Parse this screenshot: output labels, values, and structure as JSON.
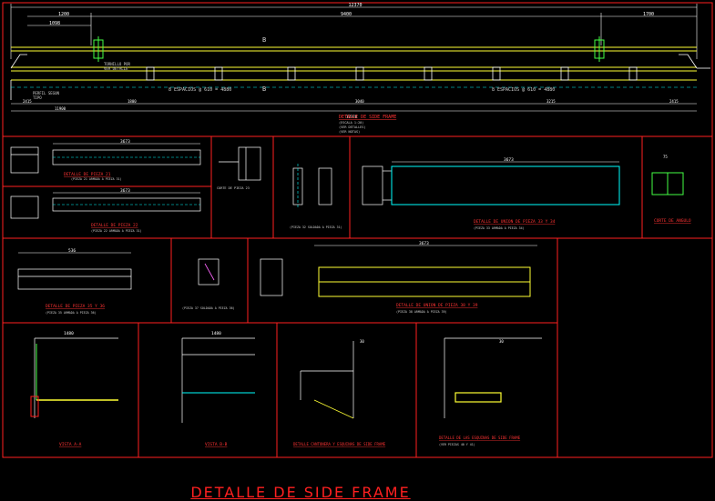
{
  "drawing": {
    "title": "DETALLE DE SIDE FRAME",
    "colors": {
      "frame": "#ff2020",
      "beam": "#ffff33",
      "dimension": "#ffffff",
      "detail_outline": "#44ff44",
      "section": "#ff66ff",
      "hidden": "#00ffff",
      "caption": "#ff3333",
      "note": "#d0d0d0",
      "background": "#000000"
    },
    "main_elevation": {
      "overall_dimension": "12370",
      "top_dimensions": [
        "1200",
        "9400",
        "1700"
      ],
      "inner_dimension": "1098",
      "markers": [
        "B",
        "B"
      ],
      "notes": [
        "TORNILLO POR",
        "VER DETALLE",
        "PERFIL SEGUN",
        "TIPO"
      ],
      "spacing_labels": [
        "8 ESPACIOS @ 610 = 4880",
        "8 ESPACIOS @ 610 = 4880"
      ],
      "bottom_dimensions": [
        "2415",
        "1800",
        "3040",
        "3215",
        "2415",
        "11900",
        "12370"
      ],
      "caption": "DETALLE DE SIDE FRAME",
      "caption_notes": [
        "(ESCALA 1:20)",
        "(VER DETALLES)",
        "(VER NOTAS)"
      ]
    },
    "details": [
      {
        "id": "pieza-21",
        "caption": "DETALLE DE PIEZA 21",
        "sub": "(PIEZA 21 ARMADA A PIEZA 31)",
        "dim": "3673"
      },
      {
        "id": "pieza-22",
        "caption": "DETALLE DE PIEZA 22",
        "sub": "(PIEZA 22 ARMADA A PIEZA 31)",
        "dim": "3673"
      },
      {
        "id": "pieza-23",
        "caption": "CORTE DE PIEZA 23",
        "sub": "",
        "dim": ""
      },
      {
        "id": "union-32",
        "caption": "(PIEZA 32 SOLDADA A PIEZA 31)",
        "sub": "",
        "dim": ""
      },
      {
        "id": "union-33",
        "caption": "DETALLE DE UNION DE PIEZA 33 Y 34",
        "sub": "(PIEZA 33 ARMADA A PIEZA 34)",
        "dim": "3673"
      },
      {
        "id": "corte-angulo",
        "caption": "CORTE DE ANGULO",
        "sub": "",
        "dim": "75"
      },
      {
        "id": "pieza-35",
        "caption": "DETALLE DE PIEZA 35 Y 36",
        "sub": "(PIEZA 35 ARMADA A PIEZA 36)",
        "dim": "536"
      },
      {
        "id": "pieza-37",
        "caption": "(PIEZA 37 SOLDADA A PIEZA 36)",
        "sub": "",
        "dim": ""
      },
      {
        "id": "union-38",
        "caption": "DETALLE DE UNION DE PIEZA 38 Y 39",
        "sub": "(PIEZA 38 ARMADA A PIEZA 39)",
        "dim": "3673"
      },
      {
        "id": "vista-a",
        "caption": "VISTA A-A",
        "sub": "",
        "dim": "1480"
      },
      {
        "id": "vista-b",
        "caption": "VISTA B-B",
        "sub": "",
        "dim": "1480"
      },
      {
        "id": "esquina",
        "caption": "DETALLE CANTONERA Y ESQUINAS DE SIDE FRAME",
        "sub": "",
        "dim": "30"
      },
      {
        "id": "esquinas",
        "caption": "DETALLE DE LAS ESQUINAS DE SIDE FRAME",
        "sub": "(VER PIEZAS 40 Y 41)",
        "dim": "30"
      }
    ]
  }
}
